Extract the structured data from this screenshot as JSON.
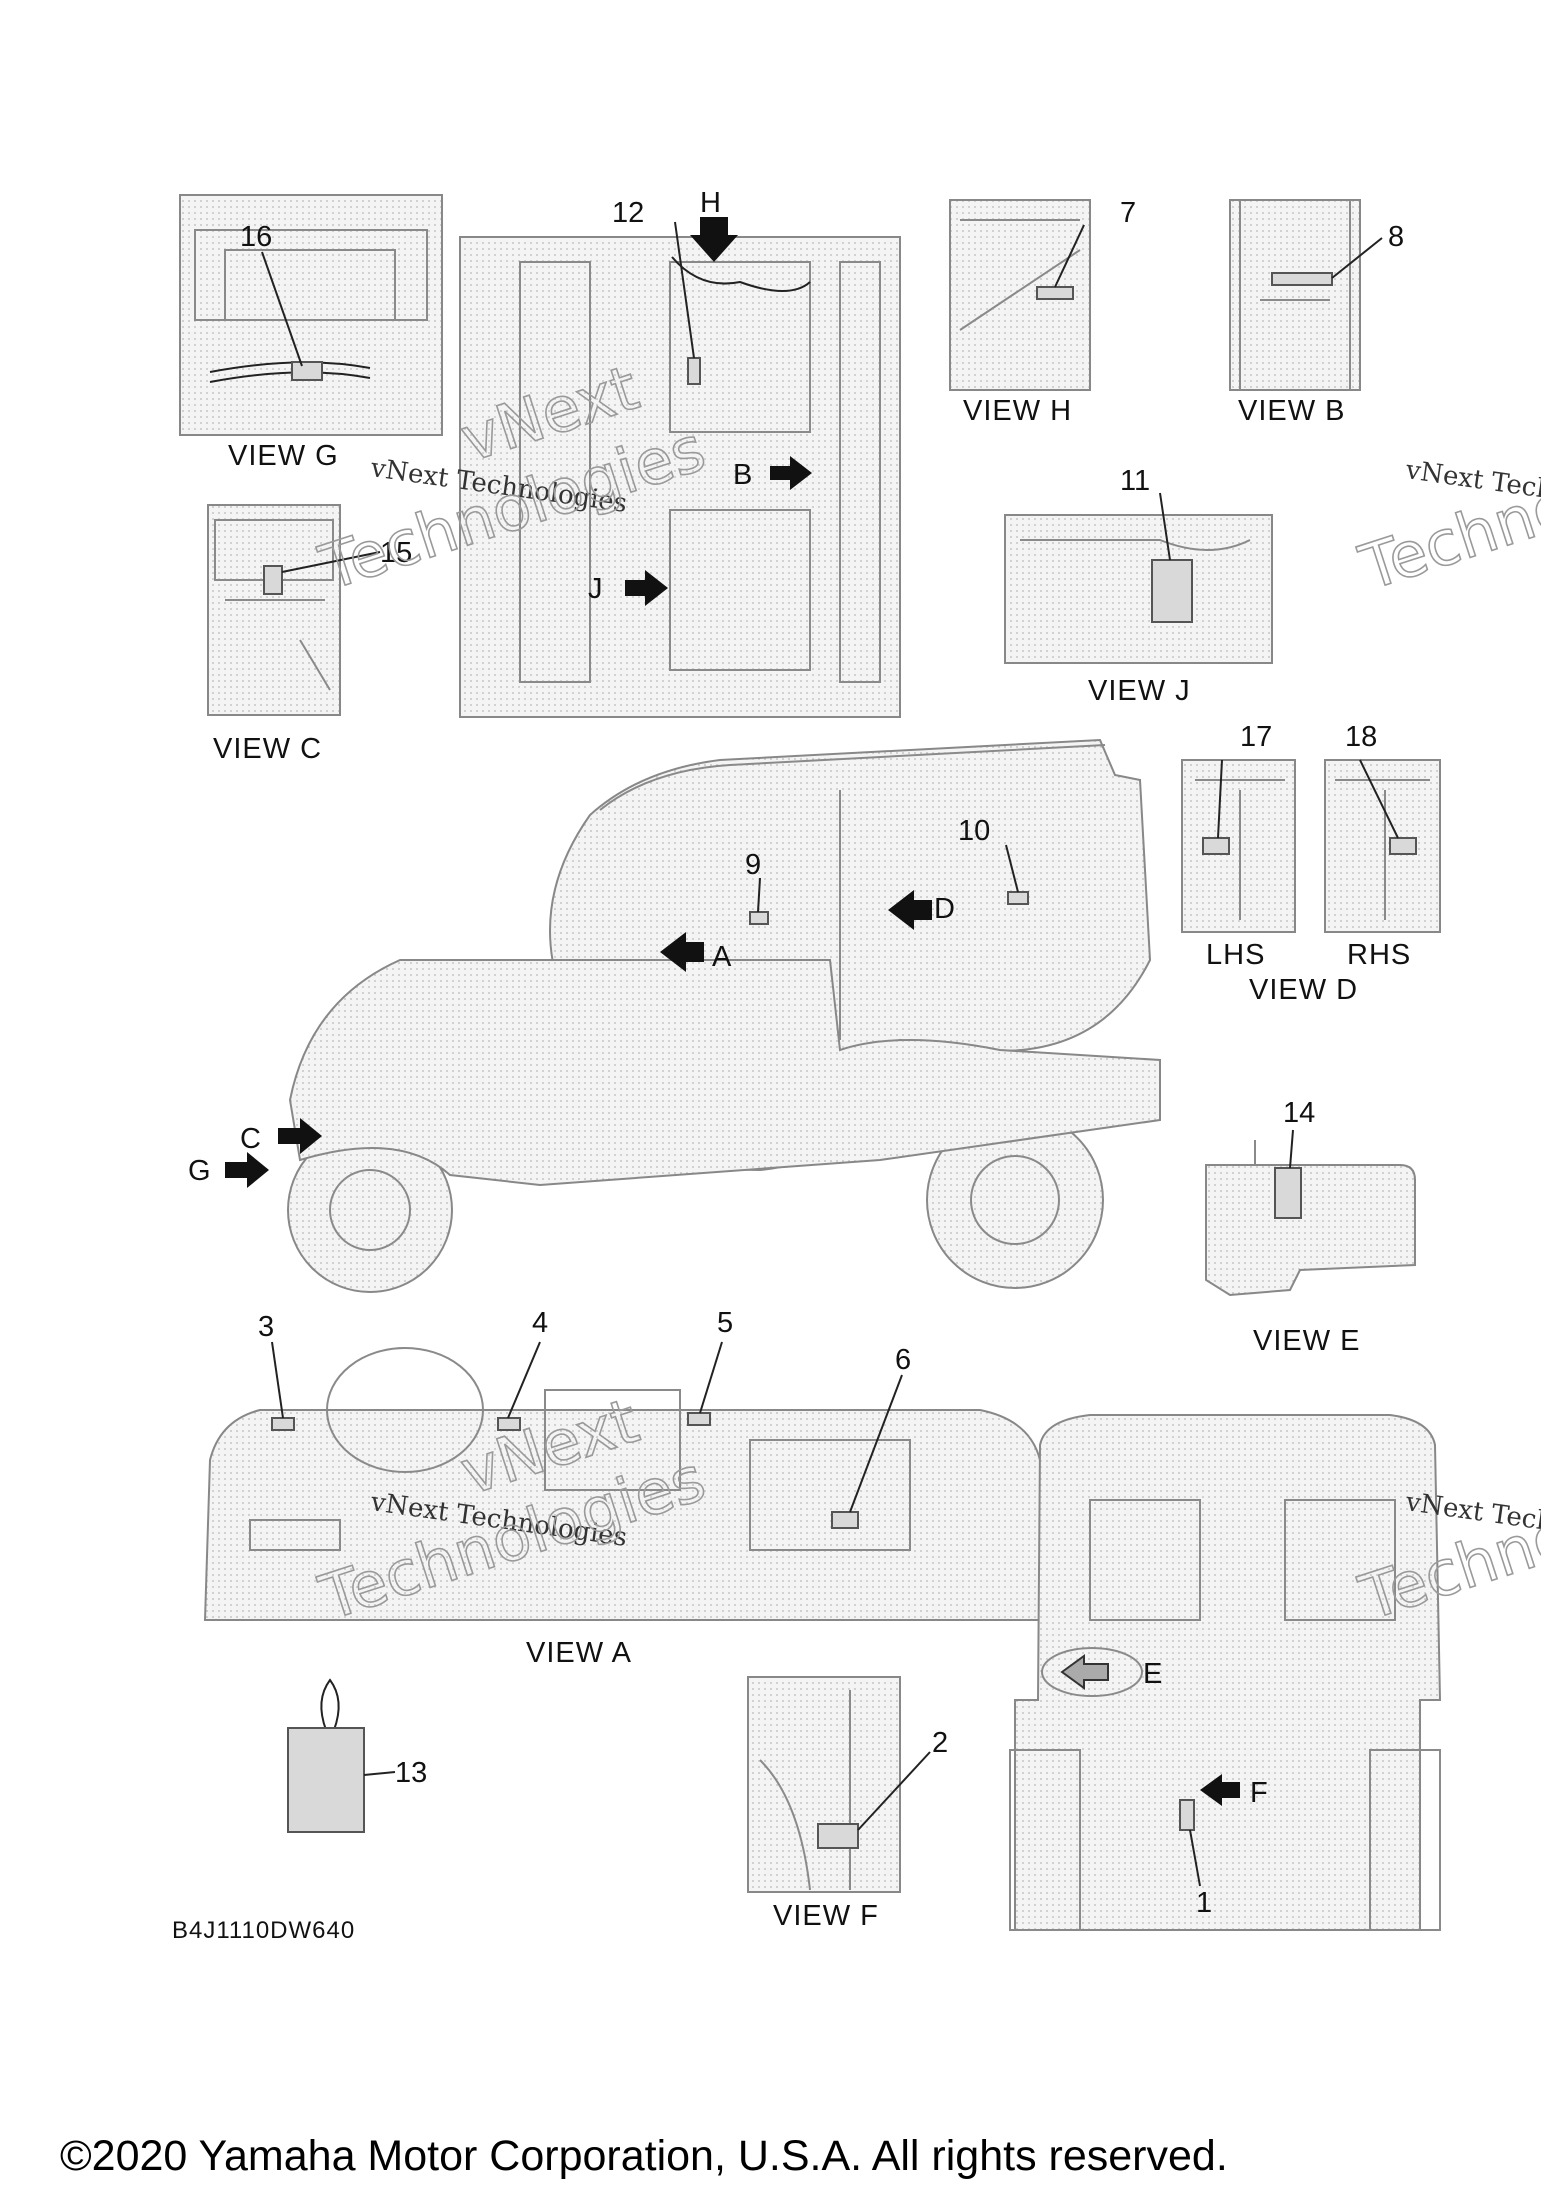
{
  "views": {
    "g": "VIEW G",
    "h": "VIEW H",
    "b": "VIEW B",
    "c": "VIEW C",
    "j": "VIEW J",
    "d": "VIEW D",
    "d_lhs": "LHS",
    "d_rhs": "RHS",
    "e": "VIEW E",
    "a": "VIEW A",
    "f": "VIEW F"
  },
  "callouts": [
    "1",
    "2",
    "3",
    "4",
    "5",
    "6",
    "7",
    "8",
    "9",
    "10",
    "11",
    "12",
    "13",
    "14",
    "15",
    "16",
    "17",
    "18"
  ],
  "view_arrows": [
    "A",
    "B",
    "C",
    "D",
    "E",
    "F",
    "G",
    "H",
    "J"
  ],
  "watermark": {
    "company": "vNext Technologies",
    "brand_top": "vNext",
    "brand_bottom": "Technologies"
  },
  "drawing_code": "B4J1110DW640",
  "copyright": "©2020 Yamaha Motor Corporation, U.S.A. All rights reserved.",
  "icons": {
    "arrow": "solid-arrow-icon",
    "tag": "label-tag-icon"
  }
}
